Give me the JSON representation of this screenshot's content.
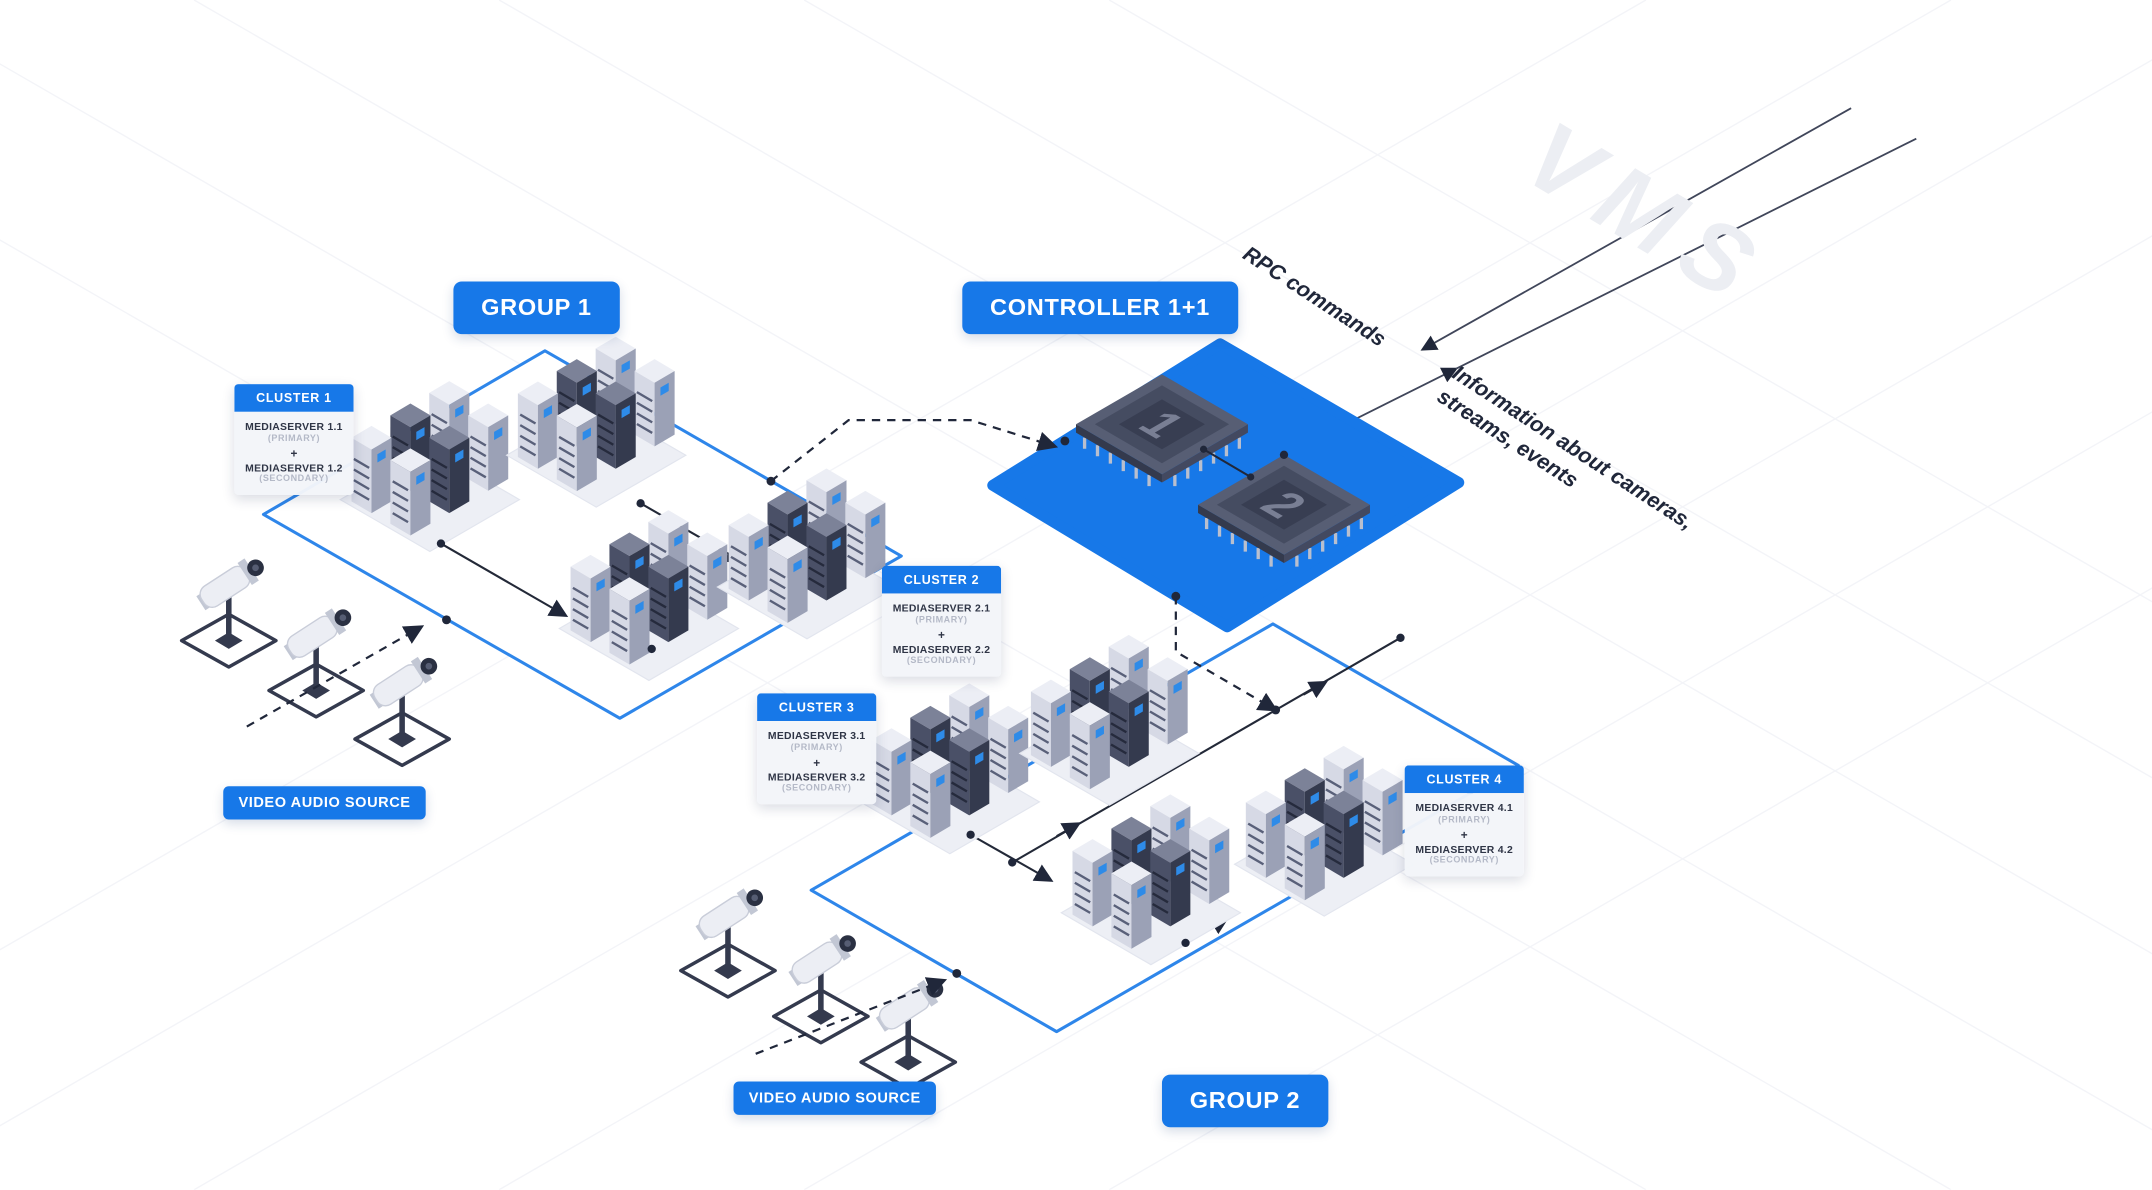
{
  "watermark": "VMS",
  "groups": {
    "group1": "GROUP 1",
    "group2": "GROUP 2"
  },
  "controller": {
    "label": "CONTROLLER 1+1",
    "chip1": "1",
    "chip2": "2"
  },
  "annotations": {
    "rpc": "RPC commands",
    "info": "Information about cameras,\nstreams, events"
  },
  "sources": [
    {
      "label": "VIDEO AUDIO SOURCE"
    },
    {
      "label": "VIDEO AUDIO SOURCE"
    }
  ],
  "clusters": [
    {
      "badge": "CLUSTER 1",
      "primary": "MEDIASERVER 1.1",
      "primary_role": "(PRIMARY)",
      "plus": "+",
      "secondary": "MEDIASERVER 1.2",
      "secondary_role": "(SECONDARY)"
    },
    {
      "badge": "CLUSTER 2",
      "primary": "MEDIASERVER 2.1",
      "primary_role": "(PRIMARY)",
      "plus": "+",
      "secondary": "MEDIASERVER 2.2",
      "secondary_role": "(SECONDARY)"
    },
    {
      "badge": "CLUSTER 3",
      "primary": "MEDIASERVER 3.1",
      "primary_role": "(PRIMARY)",
      "plus": "+",
      "secondary": "MEDIASERVER 3.2",
      "secondary_role": "(SECONDARY)"
    },
    {
      "badge": "CLUSTER 4",
      "primary": "MEDIASERVER 4.1",
      "primary_role": "(PRIMARY)",
      "plus": "+",
      "secondary": "MEDIASERVER 4.2",
      "secondary_role": "(SECONDARY)"
    }
  ],
  "icons": {
    "camera": "cctv-camera-icon",
    "chip": "cpu-chip-icon",
    "server": "server-tower-icon"
  },
  "colors": {
    "accent": "#1778e8",
    "boundary": "#2e86ea",
    "line": "#20273a",
    "panel_bg": "#f3f5f9",
    "floor": "#edeff5",
    "watermark": "#eceef3"
  }
}
